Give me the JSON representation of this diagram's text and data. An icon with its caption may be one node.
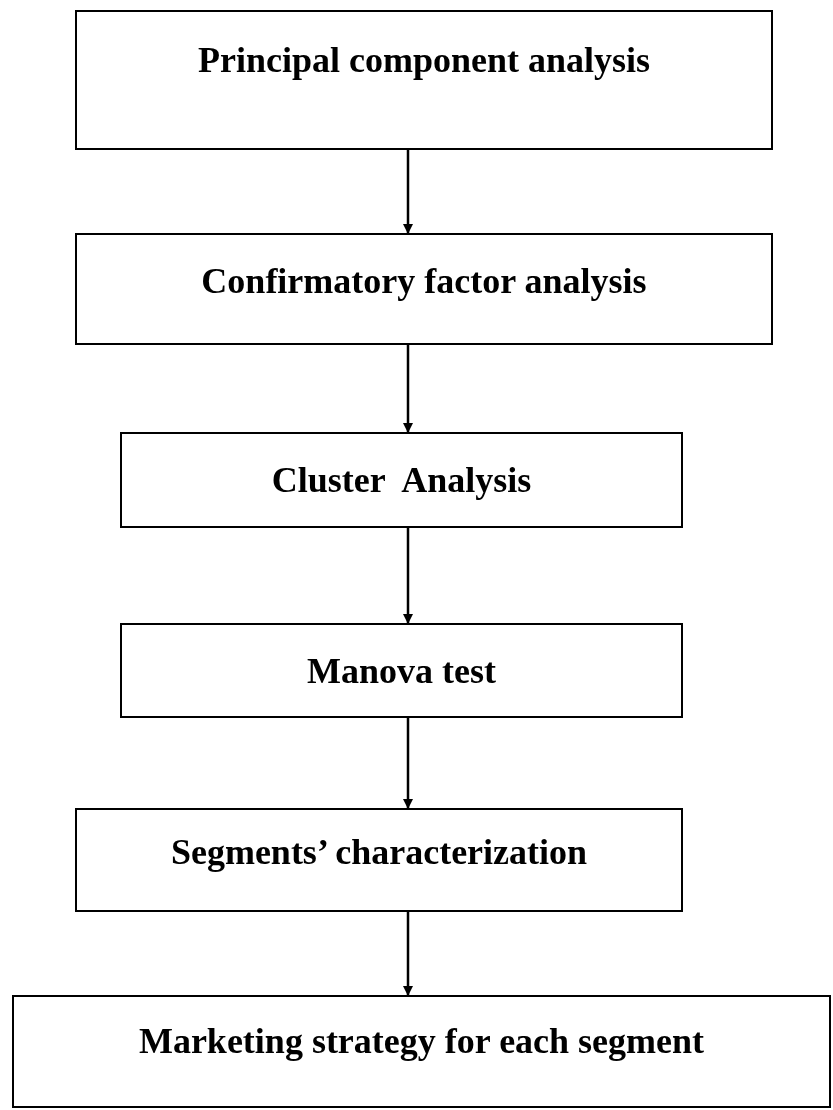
{
  "diagram": {
    "nodes": [
      {
        "text": [
          "Principal component analysis"
        ]
      },
      {
        "text": [
          "Confirmatory factor analysis"
        ]
      },
      {
        "text": [
          "Cluster  Analysis"
        ]
      },
      {
        "text": [
          "Manova test"
        ]
      },
      {
        "text": [
          "Segments’ characterization"
        ]
      },
      {
        "text": [
          "Marketing strategy for each segment"
        ]
      }
    ],
    "edges": [
      {
        "from": 0,
        "to": 1,
        "arrow": "to"
      },
      {
        "from": 1,
        "to": 2,
        "arrow": "to"
      },
      {
        "from": 2,
        "to": 3,
        "arrow": "to"
      },
      {
        "from": 3,
        "to": 4,
        "arrow": "to"
      },
      {
        "from": 4,
        "to": 5,
        "arrow": "to"
      }
    ]
  }
}
